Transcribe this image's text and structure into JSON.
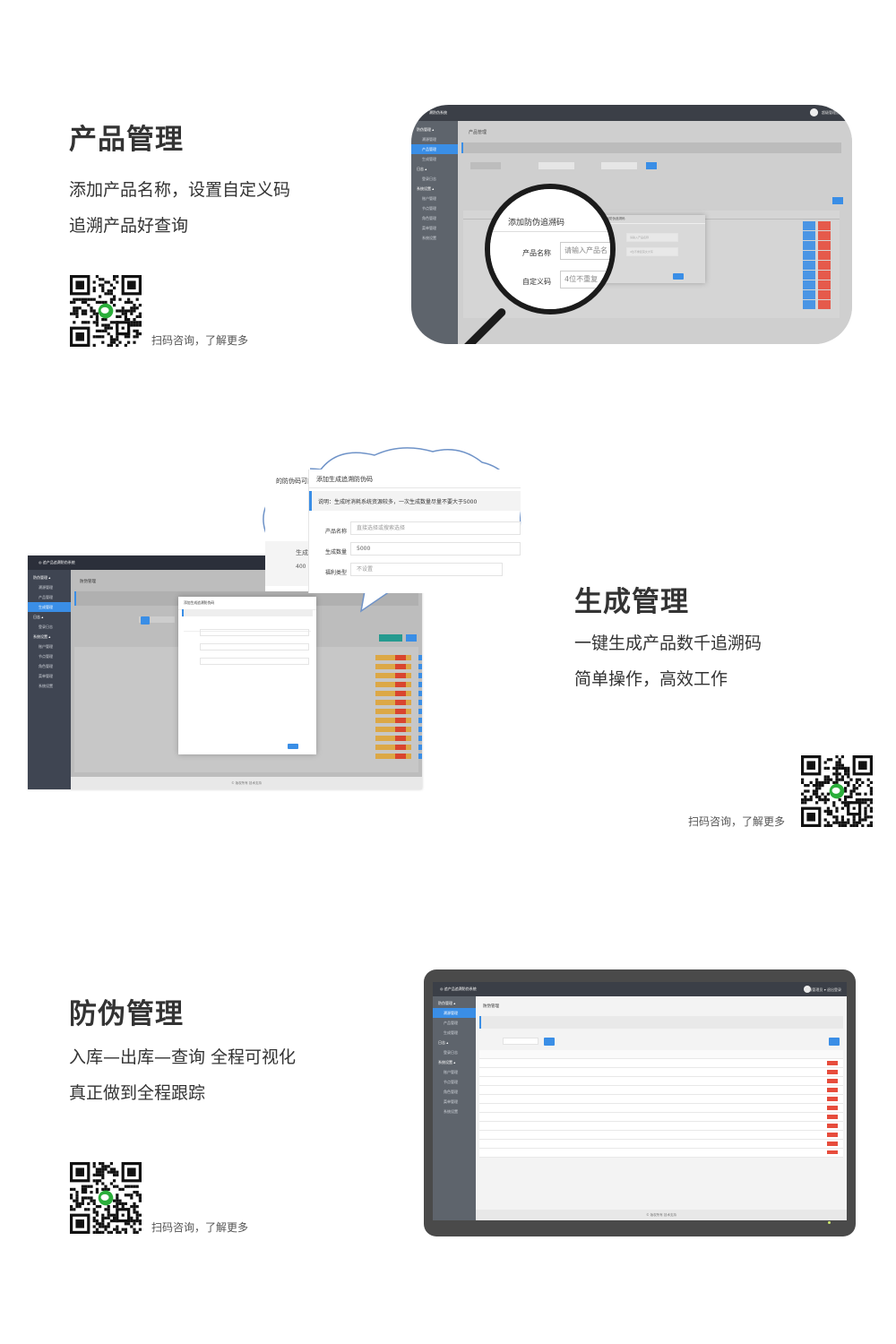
{
  "sections": [
    {
      "title": "产品管理",
      "lines": [
        "添加产品名称，设置自定义码",
        "追溯产品好查询"
      ],
      "scan_text": "扫码咨询，了解更多"
    },
    {
      "title": "生成管理",
      "lines": [
        "一键生成产品数千追溯码",
        "简单操作，高效工作"
      ],
      "scan_text": "扫码咨询，了解更多"
    },
    {
      "title": "防伪管理",
      "lines": [
        "入库—出库—查询 全程可视化",
        "真正做到全程跟踪"
      ],
      "scan_text": "扫码咨询，了解更多"
    }
  ],
  "screen1": {
    "page_title": "产品管理",
    "magnifier": {
      "modal_title": "添加防伪追溯码",
      "name_label": "产品名称",
      "name_placeholder": "请输入产品名",
      "code_label": "自定义码",
      "code_placeholder": "4位不重复"
    },
    "modal_small": {
      "title": "添加防伪追溯码",
      "name_placeholder": "请输入产品名称",
      "code_placeholder": "4位不重复英文大写"
    }
  },
  "screen2": {
    "page_title": "防伪管理",
    "bubble": {
      "title": "添加生成追溯防伪码",
      "notice": "说明：生成时消耗系统资源较多，一次生成数量尽量不要大于5000",
      "name_label": "产品名称",
      "name_placeholder": "直接选择或搜索选择",
      "qty_label": "生成数量",
      "qty_value": "5000",
      "type_label": "福利类型",
      "type_value": "不设置",
      "side_text": "的防伪码可能",
      "side_text2": "生成",
      "side_num": "400"
    },
    "modal_title": "添加生成追溯防伪码",
    "footer": "© 版权所有 技术支持"
  },
  "screen3": {
    "page_title": "防伪管理",
    "footer": "© 版权所有 技术支持"
  },
  "colors": {
    "accent": "#3a8ee6",
    "danger": "#e74c3c",
    "warning": "#f1b43a",
    "sidebar": "#3f4552"
  }
}
